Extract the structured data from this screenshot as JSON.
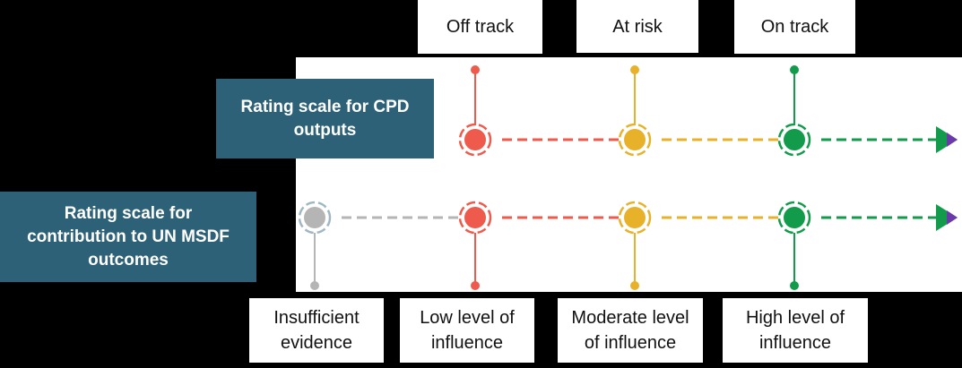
{
  "top_labels": [
    {
      "id": "off-track",
      "text": "Off track"
    },
    {
      "id": "at-risk",
      "text": "At risk"
    },
    {
      "id": "on-track",
      "text": "On track"
    }
  ],
  "bottom_labels": [
    {
      "id": "insufficient-evidence",
      "line1": "Insufficient",
      "line2": "evidence"
    },
    {
      "id": "low-influence",
      "line1": "Low level of",
      "line2": "influence"
    },
    {
      "id": "moderate-influence",
      "line1": "Moderate level",
      "line2": "of influence"
    },
    {
      "id": "high-influence",
      "line1": "High level of",
      "line2": "influence"
    }
  ],
  "scales": {
    "cpd": {
      "line1": "Rating scale for CPD",
      "line2": "outputs"
    },
    "msdf": {
      "line1": "Rating scale for",
      "line2": "contribution to UN MSDF",
      "line3": "outcomes"
    }
  },
  "colors": {
    "gray": "#b5b5b5",
    "gray_ring": "#9fb7c4",
    "red": "#ee5a4b",
    "amber": "#e8b12a",
    "green": "#129b4a",
    "purple": "#6a3aa8",
    "scale_box": "#2d6178"
  }
}
